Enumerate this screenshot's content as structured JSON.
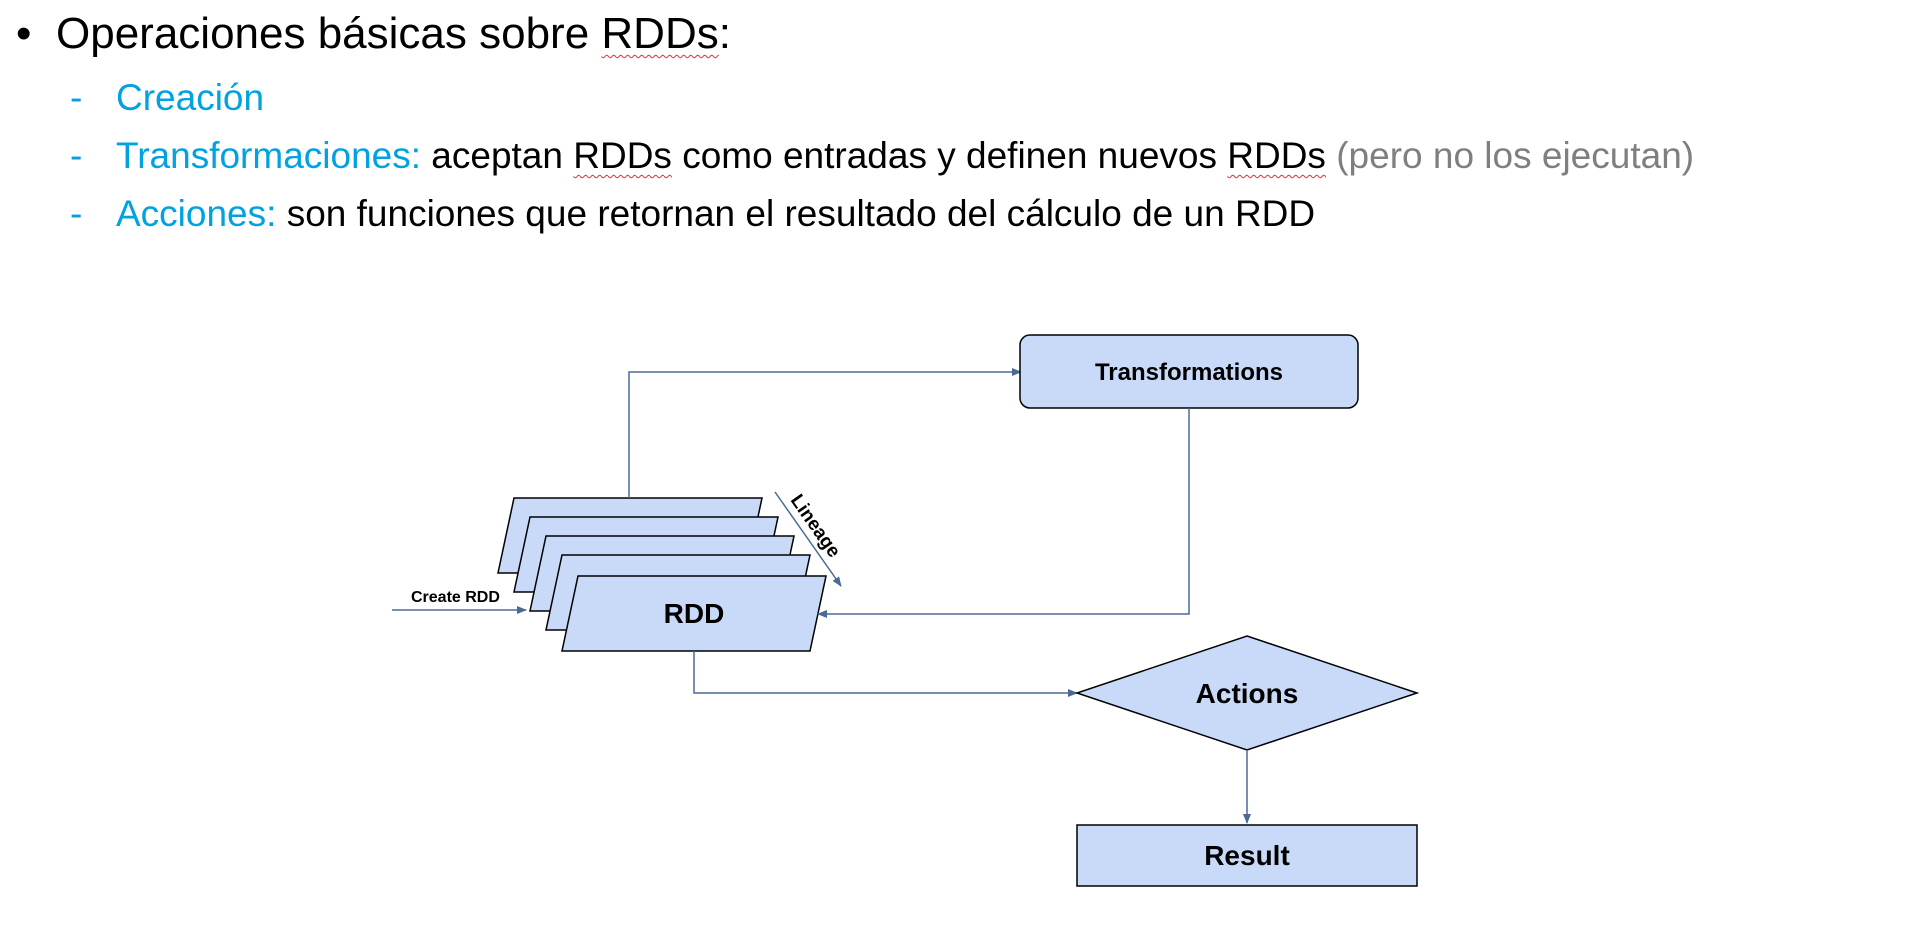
{
  "heading": {
    "bullet": "•",
    "text_prefix": "Operaciones básicas sobre ",
    "text_term": "RDDs",
    "text_suffix": ":"
  },
  "items": [
    {
      "dash": "-",
      "term": "Creación",
      "text": "",
      "note": ""
    },
    {
      "dash": "-",
      "term": "Transformaciones:",
      "text_a": " aceptan ",
      "text_term_a": "RDDs",
      "text_b": " como entradas y definen nuevos ",
      "text_term_b": "RDDs",
      "note": " (pero no los ejecutan)"
    },
    {
      "dash": "-",
      "term": "Acciones:",
      "text": " son funciones que retornan el resultado del cálculo de un RDD",
      "note": ""
    }
  ],
  "diagram": {
    "create_label": "Create RDD",
    "rdd_label": "RDD",
    "lineage_label": "Lineage",
    "transformations_label": "Transformations",
    "actions_label": "Actions",
    "result_label": "Result",
    "colors": {
      "box_fill": "#c9daf8",
      "box_stroke": "#000000",
      "arrow": "#4a6a96",
      "accent_text": "#00a2e0"
    }
  }
}
